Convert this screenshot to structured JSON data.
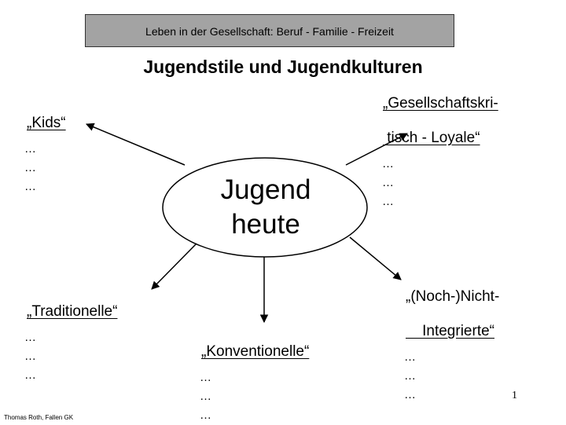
{
  "header": {
    "text": "Leben in der Gesellschaft: Beruf  - Familie - Freizeit"
  },
  "title": "Jugendstile und Jugendkulturen",
  "center": {
    "line1": "Jugend",
    "line2": "heute"
  },
  "groups": {
    "kids": {
      "label": "„Kids“",
      "items": [
        "…",
        "…",
        "…"
      ]
    },
    "kritisch": {
      "line1": "„Gesellschaftskri-",
      "line2": " tisch - Loyale“",
      "items": [
        "…",
        "…",
        "…"
      ]
    },
    "traditionelle": {
      "label": "„Traditionelle“",
      "items": [
        "…",
        "…",
        "…"
      ]
    },
    "konventionelle": {
      "label": "„Konventionelle“",
      "items": [
        "…",
        "…",
        "…"
      ]
    },
    "nichtintegrierte": {
      "line1": "„(Noch-)Nicht-",
      "line2": "    Integrierte“",
      "items": [
        "…",
        "…",
        "…"
      ]
    }
  },
  "footer": {
    "author": "Thomas Roth, Fallen GK",
    "page": "1"
  }
}
